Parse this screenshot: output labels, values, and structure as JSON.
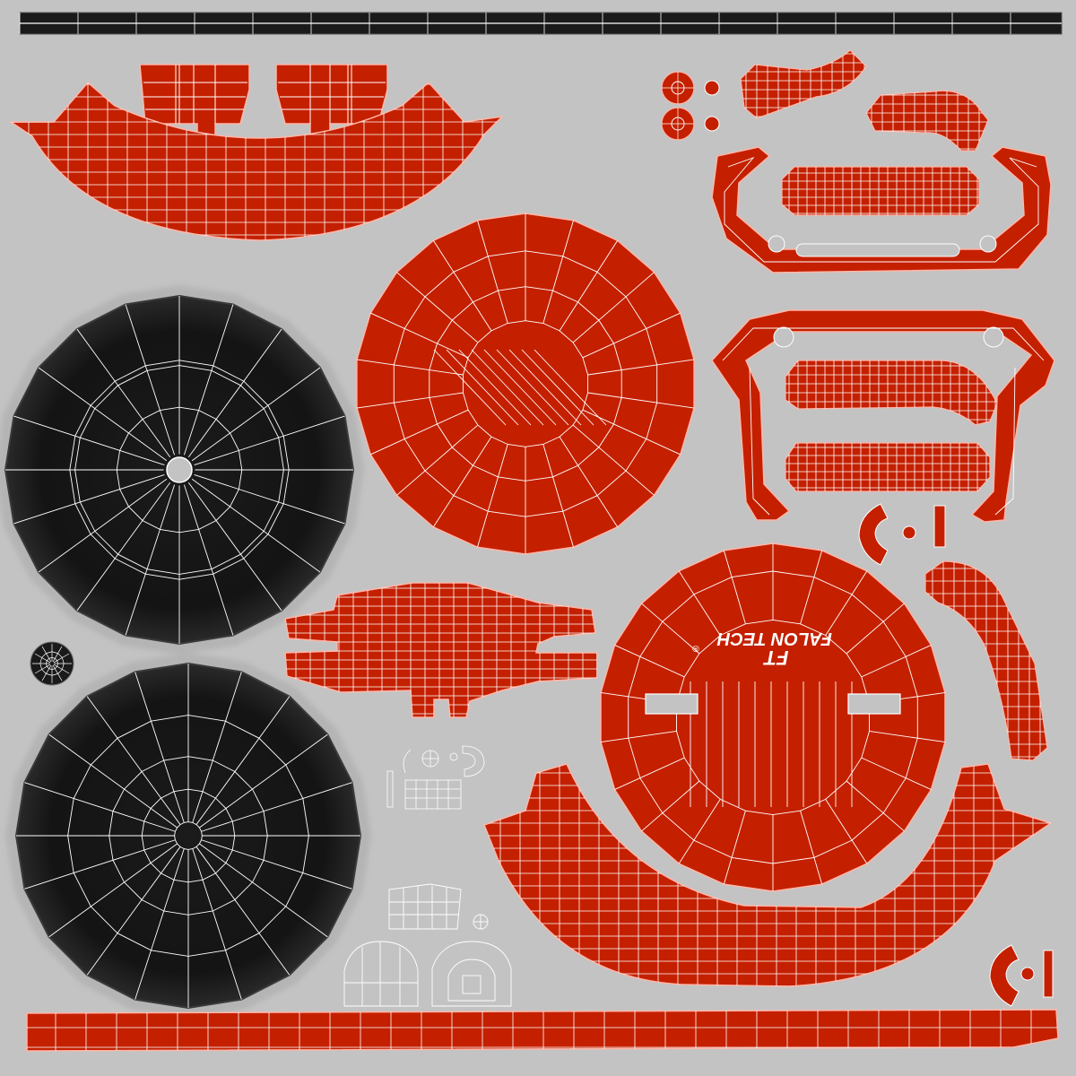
{
  "texture_sheet": {
    "background_color": "#c3c3c3",
    "colors": {
      "body_red": "#c42000",
      "tire_black": "#121212",
      "wire": "#ffffff",
      "outline": "#7a1a10"
    },
    "decal": {
      "brand": "FALON TECH",
      "monogram": "FT",
      "registered_mark": "®",
      "orientation": "upside-down"
    }
  }
}
